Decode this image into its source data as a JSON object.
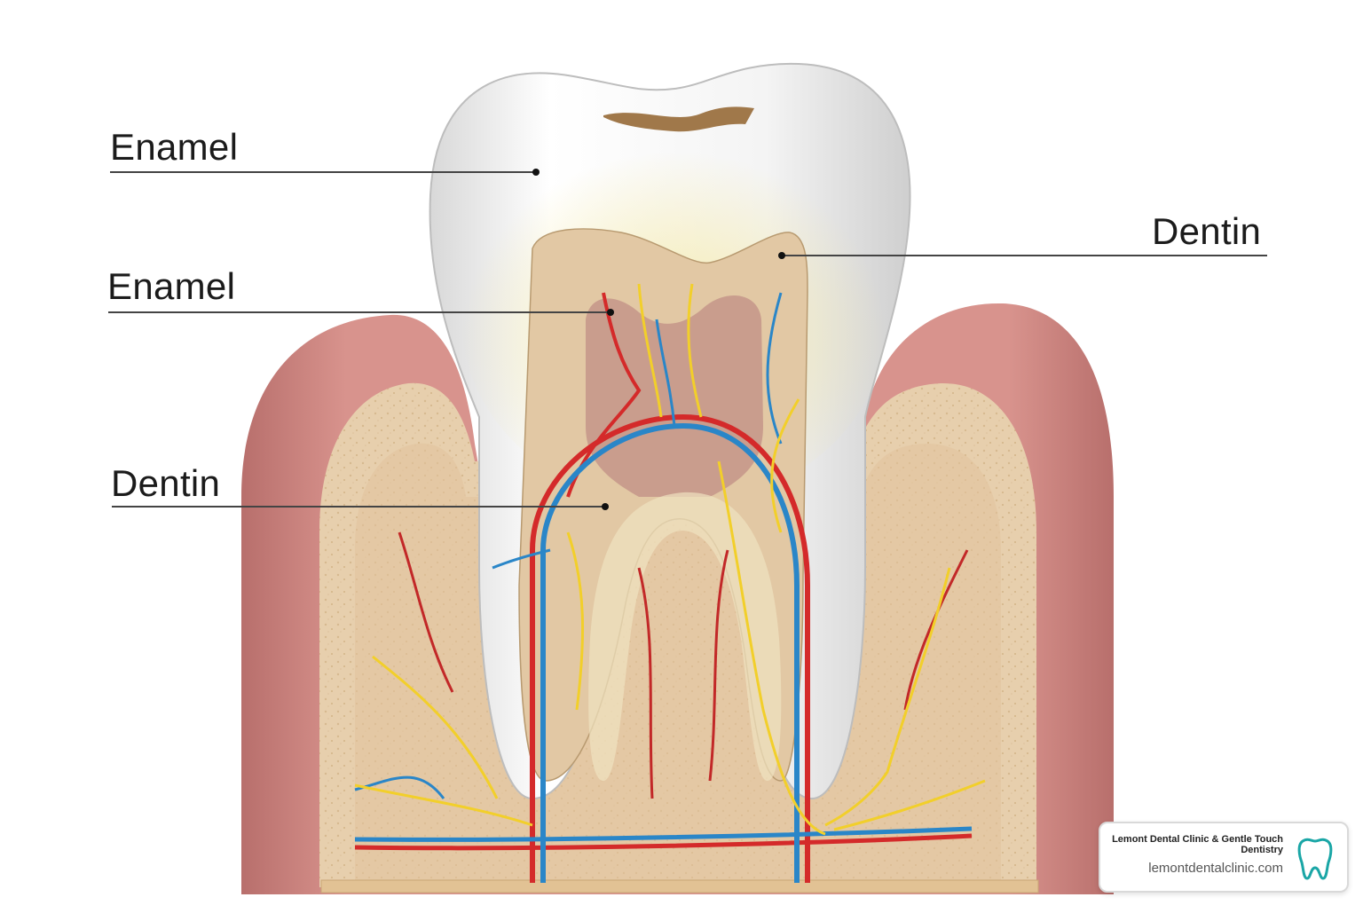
{
  "labels": {
    "enamel_top": "Enamel",
    "enamel_mid": "Enamel",
    "dentin_left": "Dentin",
    "dentin_right": "Dentin"
  },
  "badge": {
    "name": "Lemont Dental Clinic & Gentle Touch Dentistry",
    "url": "lemontdentalclinic.com",
    "logo_icon": "tooth-icon"
  },
  "colors": {
    "gum": "#c98580",
    "bone": "#e8cfae",
    "enamel": "#f2f2f2",
    "dentin": "#e2c8a4",
    "pulp": "#c99a88",
    "artery": "#d42a2a",
    "vein": "#2a86c8",
    "nerve": "#f2cf2a",
    "logo_teal": "#1aa6a6"
  }
}
